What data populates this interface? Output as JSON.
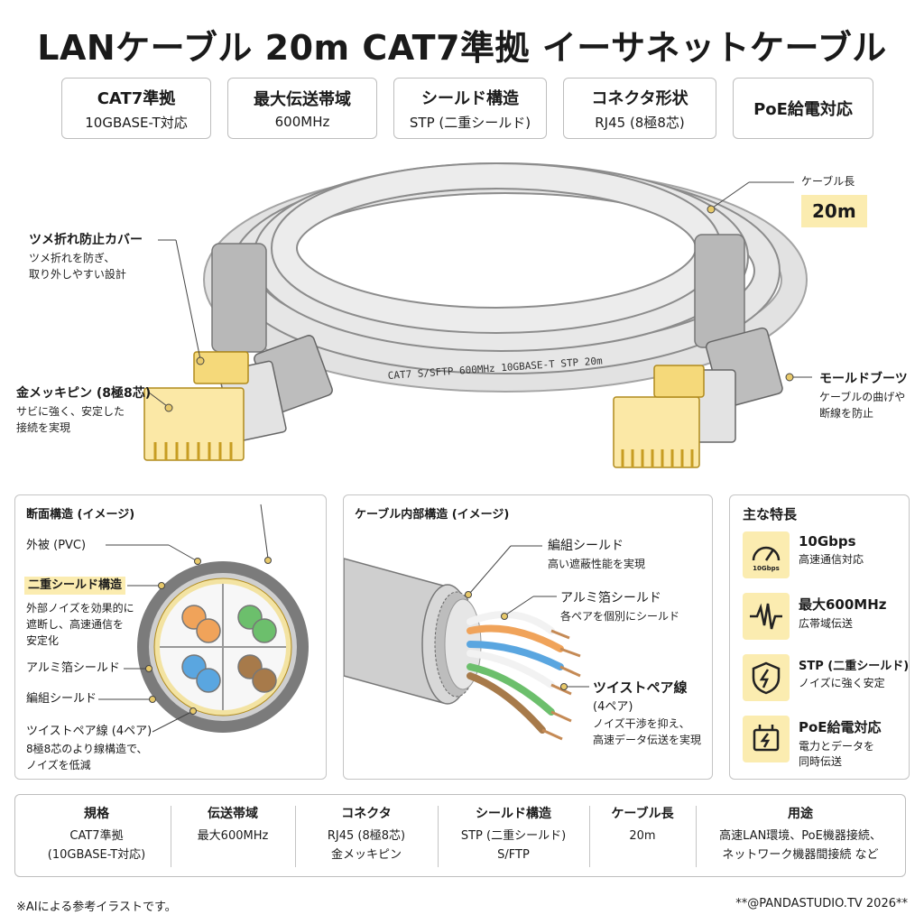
{
  "title": "LANケーブル 20m CAT7準拠 イーサネットケーブル",
  "specs": [
    {
      "line1": "CAT7準拠",
      "line2": "10GBASE-T対応"
    },
    {
      "line1": "最大伝送帯域",
      "line2": "600MHz"
    },
    {
      "line1": "シールド構造",
      "line2": "STP (二重シールド)"
    },
    {
      "line1": "コネクタ形状",
      "line2": "RJ45 (8極8芯)"
    },
    {
      "line1": "PoE給電対応",
      "line2": ""
    }
  ],
  "hero": {
    "cable_print": "CAT7 S/SFTP 600MHz 10GBASE-T STP 20m",
    "callouts": {
      "length_label": "ケーブル長",
      "length_value": "20m",
      "tab_head": "ツメ折れ防止カバー",
      "tab_sub1": "ツメ折れを防ぎ、",
      "tab_sub2": "取り外しやすい設計",
      "pin_head": "金メッキピン (8極8芯)",
      "pin_sub1": "サビに強く、安定した",
      "pin_sub2": "接続を実現",
      "boot_head": "モールドブーツ",
      "boot_sub1": "ケーブルの曲げや",
      "boot_sub2": "断線を防止"
    }
  },
  "cross_section": {
    "title": "断面構造 (イメージ)",
    "jacket": "外被 (PVC)",
    "double_shield": "二重シールド構造",
    "double_shield_desc1": "外部ノイズを効果的に",
    "double_shield_desc2": "遮断し、高速通信を",
    "double_shield_desc3": "安定化",
    "foil": "アルミ箔シールド",
    "braid": "編組シールド",
    "pairs": "ツイストペア線 (4ペア)",
    "pairs_desc1": "8極8芯のより線構造で、",
    "pairs_desc2": "ノイズを低減"
  },
  "internal": {
    "title": "ケーブル内部構造 (イメージ)",
    "braid": "編組シールド",
    "braid_desc": "高い遮蔽性能を実現",
    "foil": "アルミ箔シールド",
    "foil_desc": "各ペアを個別にシールド",
    "pairs": "ツイストペア線",
    "pairs_count": "(4ペア)",
    "pairs_desc1": "ノイズ干渉を抑え、",
    "pairs_desc2": "高速データ伝送を実現"
  },
  "features": {
    "title": "主な特長",
    "items": [
      {
        "icon": "speedometer-icon",
        "icon_text": "10Gbps",
        "head": "10Gbps",
        "sub1": "高速通信対応",
        "sub2": ""
      },
      {
        "icon": "waveform-icon",
        "head": "最大600MHz",
        "sub1": "広帯域伝送",
        "sub2": ""
      },
      {
        "icon": "shield-icon",
        "head": "STP (二重シールド)",
        "sub1": "ノイズに強く安定",
        "sub2": ""
      },
      {
        "icon": "power-icon",
        "head": "PoE給電対応",
        "sub1": "電力とデータを",
        "sub2": "同時伝送"
      }
    ]
  },
  "table": {
    "columns": [
      {
        "header": "規格",
        "line1": "CAT7準拠",
        "line2": "(10GBASE-T対応)"
      },
      {
        "header": "伝送帯域",
        "line1": "最大600MHz",
        "line2": ""
      },
      {
        "header": "コネクタ",
        "line1": "RJ45 (8極8芯)",
        "line2": "金メッキピン"
      },
      {
        "header": "シールド構造",
        "line1": "STP (二重シールド)",
        "line2": "S/FTP"
      },
      {
        "header": "ケーブル長",
        "line1": "20m",
        "line2": ""
      },
      {
        "header": "用途",
        "line1": "高速LAN環境、PoE機器接続、",
        "line2": "ネットワーク機器間接続 など"
      }
    ]
  },
  "footer": {
    "left": "※AIによる参考イラストです。",
    "right": "**@PANDASTUDIO.TV 2026**"
  },
  "colors": {
    "accent_yellow": "#fbecb0",
    "gold": "#d9b650",
    "cable_gray": "#d6d6d6"
  }
}
